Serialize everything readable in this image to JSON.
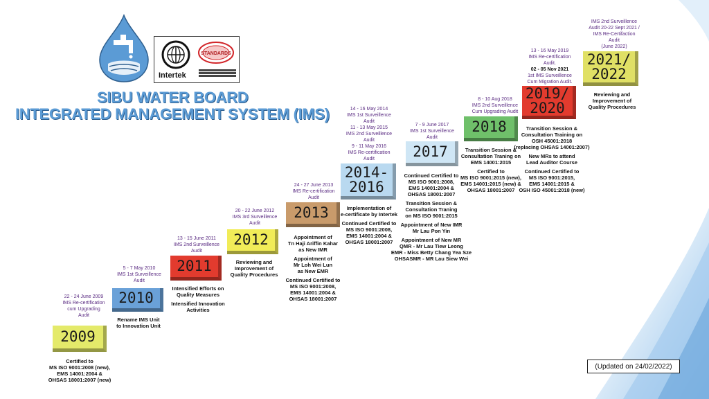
{
  "header": {
    "title_line1": "SIBU WATER BOARD",
    "title_line2": "INTEGRATED MANAGEMENT SYSTEM (IMS)",
    "cert_label": "Intertek",
    "standards_label": "STANDARDS",
    "updated": "(Updated on 24/02/2022)"
  },
  "colors": {
    "title": "#5b9bd5",
    "audit_text": "#5a2b82",
    "y2009": "#e4ea6a",
    "y2010": "#6aa1d8",
    "y2011": "#e23b2e",
    "y2012": "#f1ec58",
    "y2013": "#c99b6b",
    "y2014": "#b9d9f0",
    "y2017": "#cfe6f5",
    "y2018": "#6fc06a",
    "y2019": "#e23b2e",
    "y2021": "#e0e065"
  },
  "timeline": {
    "y2009": {
      "year": "2009",
      "audit": [
        "22 - 24 June 2009",
        "IMS Re-certification",
        "cum Upgrading",
        "Audit"
      ],
      "desc": [
        "Certified to",
        "MS ISO 9001:2008 (new),",
        "EMS 14001:2004 &",
        "OHSAS 18001:2007 (new)"
      ]
    },
    "y2010": {
      "year": "2010",
      "audit": [
        "5 - 7 May 2010",
        "IMS 1st Surveillence",
        "Audit"
      ],
      "desc": [
        "Rename IMS Unit",
        "to Innovation Unit"
      ]
    },
    "y2011": {
      "year": "2011",
      "audit": [
        "13 - 15 June 2011",
        "IMS 2nd Surveillence",
        "Audit"
      ],
      "desc": [
        "Intensified Efforts on",
        "Quality Measures",
        "",
        "Intensified Innovation",
        "Activities"
      ]
    },
    "y2012": {
      "year": "2012",
      "audit": [
        "20 - 22 June 2012",
        "IMS 3rd Surveillence",
        "Audit"
      ],
      "desc": [
        "Reviewing and",
        "Improvement of",
        "Quality Procedures"
      ]
    },
    "y2013": {
      "year": "2013",
      "audit": [
        "24 - 27 June 2013",
        "IMS Re-certification",
        "Audit"
      ],
      "desc": [
        "Appointment of",
        "Tn Haji Ariffin Kahar",
        "as New IMR",
        "",
        "Appointment of",
        "Mr Loh Wei Lun",
        "as New EMR",
        "",
        "Continued Certified to",
        "MS ISO 9001:2008,",
        "EMS 14001:2004 &",
        "OHSAS 18001:2007"
      ]
    },
    "y2014": {
      "year_line1": "2014-",
      "year_line2": "2016",
      "audit": [
        "14 - 16 May 2014",
        "IMS 1st Surveillence",
        "Audit",
        "11 - 13 May 2015",
        "IMS 2nd Surveillence",
        "Audit",
        "9 - 11 May 2016",
        "IMS Re-certification",
        "Audit"
      ],
      "desc": [
        "Implementation of",
        "e-certificate by Intertek",
        "",
        "Continued Certified to",
        "MS ISO 9001:2008,",
        "EMS 14001:2004 &",
        "OHSAS 18001:2007"
      ]
    },
    "y2017": {
      "year": "2017",
      "audit": [
        "7 - 9 June 2017",
        "IMS 1st Surveillence",
        "Audit"
      ],
      "desc": [
        "Continued Certified to",
        "MS ISO 9001:2008,",
        "EMS 14001:2004 &",
        "OHSAS 18001:2007",
        "",
        "Transition Session &",
        "Consultation Traning",
        "on MS ISO 9001:2015",
        "",
        "Appointment of New IMR",
        "Mr Lau Pon Yin",
        "",
        "Appointment of New MR",
        "QMR - Mr Lau Tiew Leong",
        "EMR - Miss Betty Chang Yea Sze",
        "OHSASMR - MR Lau Siew Wei"
      ]
    },
    "y2018": {
      "year": "2018",
      "audit": [
        "8 - 10 Aug 2018",
        "IMS 2nd Surveillence",
        "Cum Upgrading Audit"
      ],
      "desc": [
        "Transition Session &",
        "Consultation Traning on",
        "EMS 14001:2015",
        "",
        "Certified to",
        "MS ISO 9001:2015 (new),",
        "EMS 14001:2015 (new) &",
        "OHSAS 18001:2007"
      ]
    },
    "y2019": {
      "year_line1": "2019/",
      "year_line2": "2020",
      "audit1": [
        "13 - 16 May 2019",
        "IMS Re-certification",
        "Audit."
      ],
      "audit2": [
        "02 - 05 Nov 2021",
        "1st IMS Surveillence",
        "Cum Migration Audit."
      ],
      "desc": [
        "Transition Session &",
        "Consultation Training on",
        "OSH 45001:2018",
        "(replacing OHSAS 14001:2007)",
        "",
        "New MRs to attend",
        "Lead Auditor Course",
        "",
        "Continued Certified to",
        "MS ISO 9001:2015,",
        "EMS 14001:2015 &",
        "OSH ISO 45001:2018 (new)"
      ]
    },
    "y2021": {
      "year_line1": "2021/",
      "year_line2": "2022",
      "audit": [
        "IMS 2nd Surveillence",
        "Audit 20-22 Sept 2021 /",
        "IMS Re-Certifaction",
        "Audit",
        "(June 2022)"
      ],
      "desc": [
        "Reviewing and",
        "Improvement of",
        "Quality Procedures"
      ]
    }
  }
}
